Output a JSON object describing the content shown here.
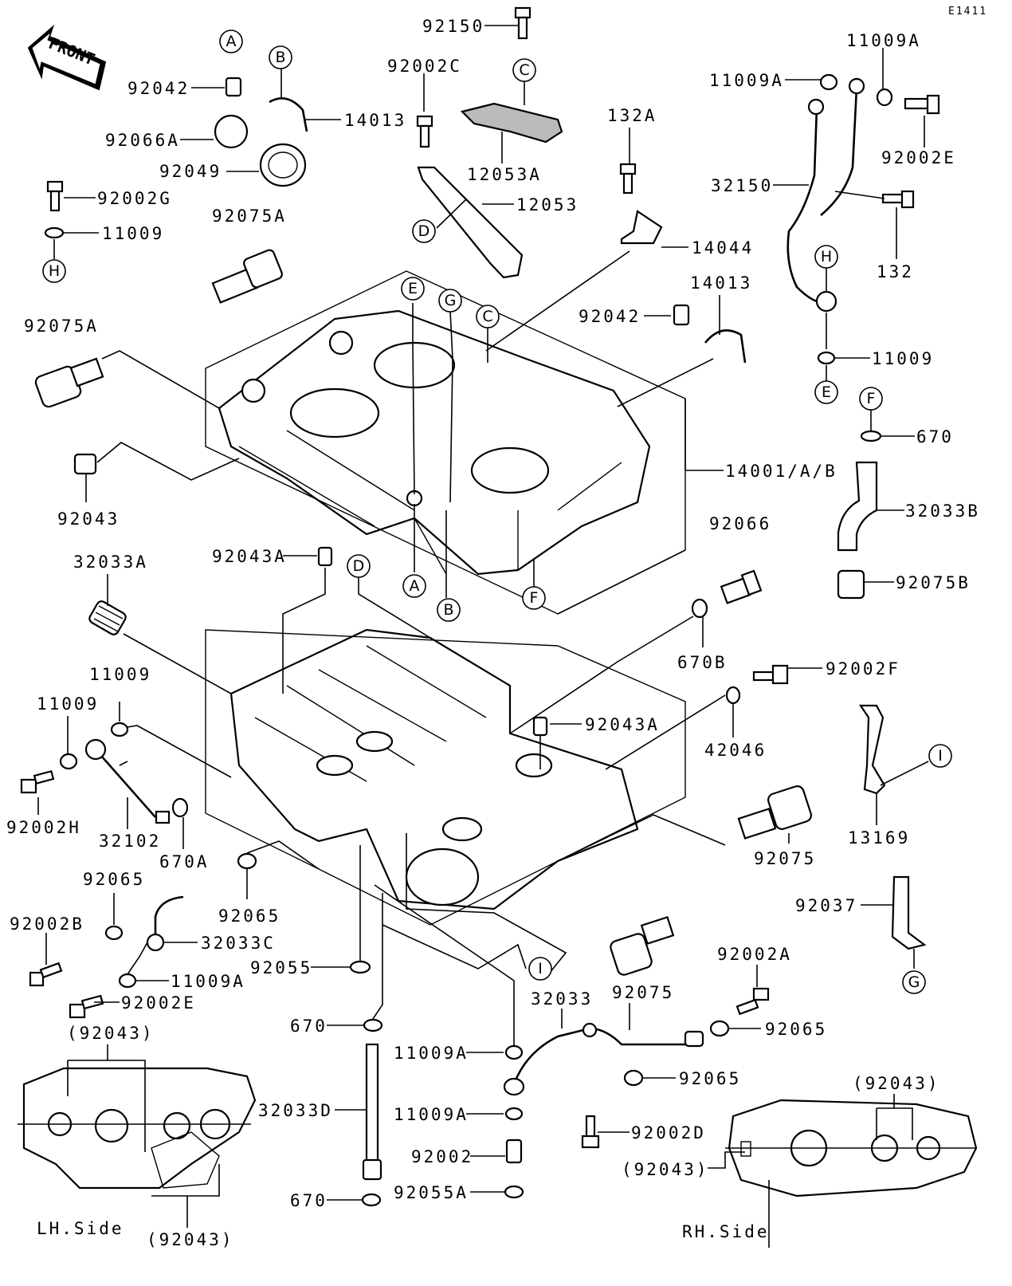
{
  "diagram_ref": "E1411",
  "front_label": "FRONT",
  "callouts": {
    "A": "A",
    "B": "B",
    "C": "C",
    "D": "D",
    "E": "E",
    "F": "F",
    "G": "G",
    "H": "H",
    "I": "I"
  },
  "parts": {
    "p92150": "92150",
    "p92002C": "92002C",
    "p92042_top": "92042",
    "p14013_top": "14013",
    "p92066A": "92066A",
    "p92049": "92049",
    "p12053A": "12053A",
    "p12053": "12053",
    "p92002G": "92002G",
    "p11009_left": "11009",
    "p92075A_top": "92075A",
    "p92075A_left": "92075A",
    "p132A": "132A",
    "p14044": "14044",
    "p11009A_r1": "11009A",
    "p11009A_r2": "11009A",
    "p92002E_right": "92002E",
    "p32150": "32150",
    "p132": "132",
    "p14013_mid": "14013",
    "p92042_mid": "92042",
    "p11009_right": "11009",
    "p670_right": "670",
    "p14001AB": "14001/A/B",
    "p32033B": "32033B",
    "p92043_left": "92043",
    "p92066": "92066",
    "p92075B": "92075B",
    "p92043A_top": "92043A",
    "p32033A": "32033A",
    "p670B": "670B",
    "p92002F": "92002F",
    "p11009_l1": "11009",
    "p11009_l2": "11009",
    "p92043A_mid": "92043A",
    "p42046": "42046",
    "p92002H": "92002H",
    "p32102": "32102",
    "p670A": "670A",
    "p13169": "13169",
    "p92075_right": "92075",
    "p92065_a": "92065",
    "p92065_b": "92065",
    "p92002B": "92002B",
    "p32033C": "32033C",
    "p92037": "92037",
    "p92055": "92055",
    "p11009A_lower": "11009A",
    "p92002E_lower": "92002E",
    "p92075_lower": "92075",
    "p92002A": "92002A",
    "p32033": "32033",
    "p670_mid": "670",
    "p92065_c": "92065",
    "p11009A_m1": "11009A",
    "p92065_d": "92065",
    "p32033D": "32033D",
    "p11009A_m2": "11009A",
    "p92002D": "92002D",
    "p92002": "92002",
    "p670_bot": "670",
    "p92055A": "92055A",
    "p92043_lh_top": "(92043)",
    "p92043_lh_bot": "(92043)",
    "p92043_rh_top": "(92043)",
    "p92043_rh_mid": "(92043)"
  },
  "views": {
    "lh_side": "LH.Side",
    "rh_side": "RH.Side"
  }
}
